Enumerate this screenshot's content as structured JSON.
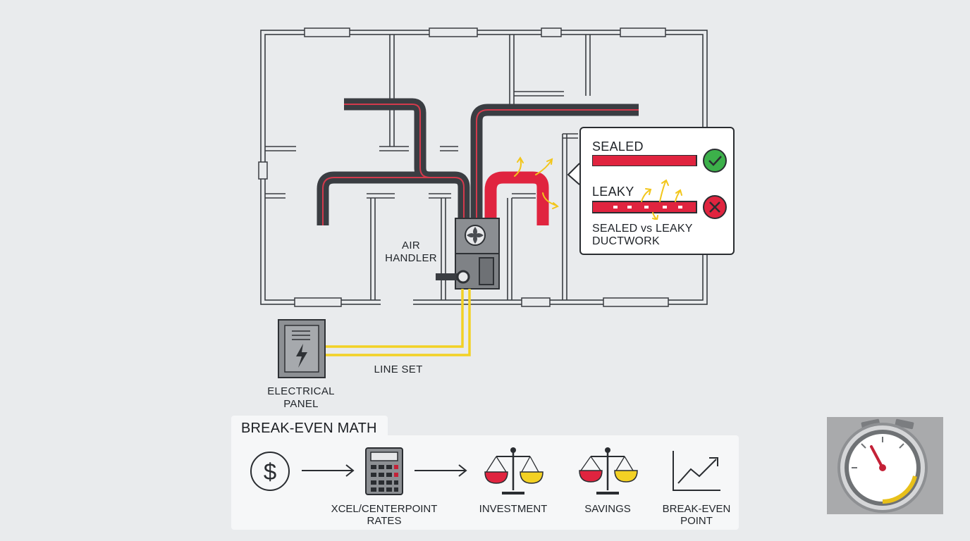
{
  "floorplan": {
    "labels": {
      "air_handler": [
        "AIR",
        "HANDLER"
      ],
      "line_set": "LINE SET",
      "electrical_panel": [
        "ELECTRICAL",
        "PANEL"
      ]
    }
  },
  "comparison": {
    "sealed_label": "SEALED",
    "leaky_label": "LEAKY",
    "caption": [
      "SEALED vs LEAKY",
      "DUCTWORK"
    ],
    "sealed_status_icon": "check-icon",
    "leaky_status_icon": "x-icon"
  },
  "break_even": {
    "title": "BREAK-EVEN MATH",
    "steps": [
      {
        "icon": "dollar-icon"
      },
      {
        "icon": "calculator-icon",
        "label": [
          "XCEL/CENTERPOINT",
          "RATES"
        ]
      },
      {
        "icon": "scale-icon",
        "label": [
          "INVESTMENT"
        ]
      },
      {
        "icon": "scale-icon",
        "label": [
          "SAVINGS"
        ]
      },
      {
        "icon": "trend-chart-icon",
        "label": [
          "BREAK-EVEN",
          "POINT"
        ]
      }
    ]
  },
  "colors": {
    "duct_dark": "#3a3d42",
    "duct_red": "#e0243f",
    "line_set_yellow": "#f3d124",
    "leak_arrow": "#f2c61b",
    "check_green": "#3cb04a",
    "cross_red": "#e0243f",
    "background": "#e9ebed"
  }
}
